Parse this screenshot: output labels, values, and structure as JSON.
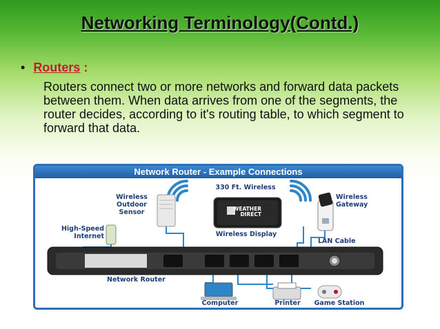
{
  "slide": {
    "title": "Networking Terminology(Contd.)",
    "bullet_symbol": "•",
    "bullet_term": "Routers",
    "bullet_colon": " :",
    "body": "Routers connect two or more networks and forward data packets between them.  When data arrives from one of the segments, the router decides, according to it's routing table, to which segment to forward that data."
  },
  "diagram": {
    "header": "Network Router - Example Connections",
    "labels": {
      "wireless_outdoor_sensor": "Wireless Outdoor Sensor",
      "wireless_range": "330 Ft. Wireless",
      "wireless_gateway": "Wireless Gateway",
      "high_speed_internet": "High-Speed Internet",
      "wireless_display": "Wireless Display",
      "lan_cable": "LAN Cable",
      "network_router": "Network Router",
      "computer": "Computer",
      "printer": "Printer",
      "game_station": "Game Station",
      "display_brand_top": "WEATHER",
      "display_brand_bottom": "DIRECT"
    }
  },
  "colors": {
    "title_text": "#111111",
    "bullet_term": "#c0202a",
    "diagram_border": "#2b6fb7",
    "label_text": "#1d3c78",
    "cable": "#2e86c9",
    "router_body": "#2a2a2a"
  }
}
